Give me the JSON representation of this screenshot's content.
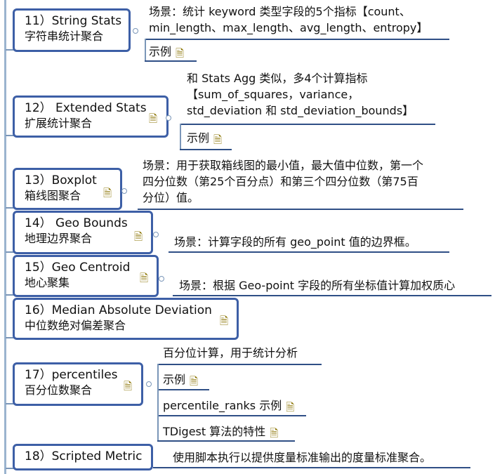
{
  "nodes": [
    {
      "id": "n11",
      "title": "11）String Stats",
      "subtitle": "字符串统计聚合"
    },
    {
      "id": "n12",
      "title": "12） Extended Stats",
      "subtitle": "扩展统计聚合"
    },
    {
      "id": "n13",
      "title": "13）Boxplot",
      "subtitle": "箱线图聚合"
    },
    {
      "id": "n14",
      "title": "14） Geo Bounds",
      "subtitle": "地理边界聚合"
    },
    {
      "id": "n15",
      "title": "15）Geo Centroid",
      "subtitle": "地心聚集"
    },
    {
      "id": "n16",
      "title": "16）Median Absolute Deviation",
      "subtitle": "中位数绝对偏差聚合"
    },
    {
      "id": "n17",
      "title": "17）percentiles",
      "subtitle": "百分位数聚合"
    },
    {
      "id": "n18",
      "title": "18）Scripted Metric",
      "subtitle": ""
    }
  ],
  "leaves": {
    "n11": [
      {
        "lines": [
          "场景：统计 keyword 类型字段的5个指标【count、",
          "min_length、max_length、avg_length、entropy】"
        ]
      },
      {
        "lines": [
          "示例"
        ],
        "note": true
      }
    ],
    "n12": [
      {
        "lines": [
          "和 Stats Agg 类似，多4个计算指标",
          "【sum_of_squares，variance，",
          "std_deviation 和 std_deviation_bounds】"
        ]
      },
      {
        "lines": [
          "示例"
        ],
        "note": true
      }
    ],
    "n13": [
      {
        "lines": [
          "场景：用于获取箱线图的最小值，最大值中位数，第一个",
          "四分位数（第25个百分点）和第三个四分位数（第75百",
          "分位）值。"
        ]
      }
    ],
    "n14": [
      {
        "lines": [
          "场景：计算字段的所有 geo_point 值的边界框。"
        ]
      }
    ],
    "n15": [
      {
        "lines": [
          "场景：根据 Geo-point 字段的所有坐标值计算加权质心"
        ]
      }
    ],
    "n17": [
      {
        "lines": [
          "百分位计算，用于统计分析"
        ]
      },
      {
        "lines": [
          "示例"
        ],
        "note": true
      },
      {
        "lines": [
          "percentile_ranks 示例"
        ],
        "note": true
      },
      {
        "lines": [
          "TDigest 算法的特性"
        ],
        "note": true
      }
    ],
    "n18": [
      {
        "lines": [
          "使用脚本执行以提供度量标准输出的度量标准聚合。"
        ]
      }
    ]
  },
  "colors": {
    "border": "#3d5fa6",
    "connector": "#7a96b8",
    "underline": "#2f4f86",
    "note": "#c9a400"
  },
  "icons": {
    "note": "note-icon",
    "collapse": "collapse-knob-icon"
  }
}
